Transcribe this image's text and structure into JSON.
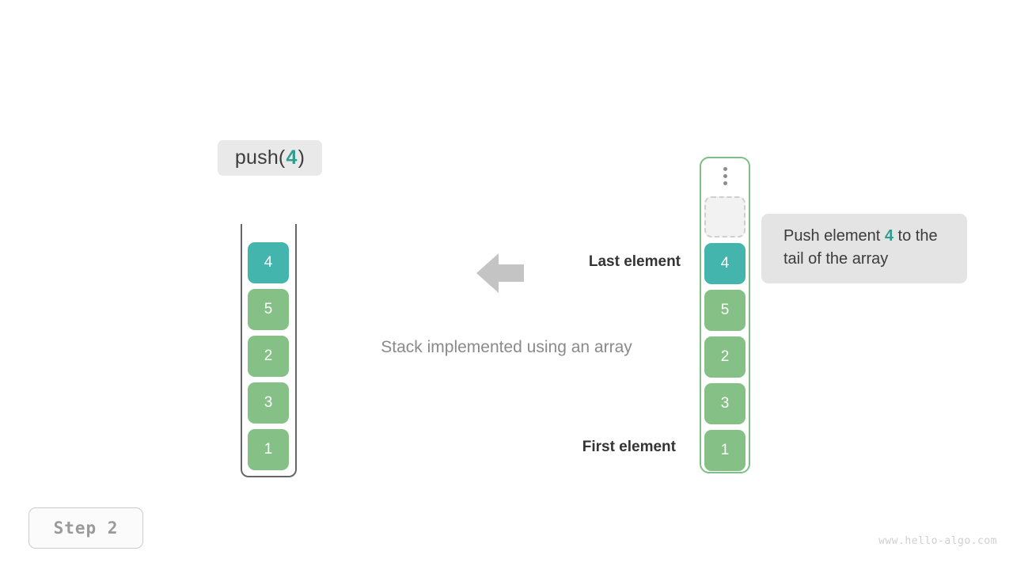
{
  "page": {
    "background_color": "#ffffff",
    "caption": "Stack implemented using an array",
    "watermark": "www.hello-algo.com"
  },
  "operation": {
    "prefix": "push(",
    "argument": "4",
    "suffix": ")",
    "accent_color": "#2f9e8f"
  },
  "stack": {
    "title": "stack-container",
    "cells": [
      {
        "value": "4",
        "color": "teal",
        "hex": "#43b5ac"
      },
      {
        "value": "5",
        "color": "green",
        "hex": "#85c086"
      },
      {
        "value": "2",
        "color": "green",
        "hex": "#85c086"
      },
      {
        "value": "3",
        "color": "green",
        "hex": "#85c086"
      },
      {
        "value": "1",
        "color": "green",
        "hex": "#85c086"
      }
    ]
  },
  "array": {
    "title": "array-container",
    "border_color": "#7fbe85",
    "ellipsis": "vertical-ellipsis",
    "placeholder": {
      "value": "",
      "state": "empty"
    },
    "cells": [
      {
        "value": "4",
        "color": "teal",
        "hex": "#43b5ac"
      },
      {
        "value": "5",
        "color": "green",
        "hex": "#85c086"
      },
      {
        "value": "2",
        "color": "green",
        "hex": "#85c086"
      },
      {
        "value": "3",
        "color": "green",
        "hex": "#85c086"
      },
      {
        "value": "1",
        "color": "green",
        "hex": "#85c086"
      }
    ]
  },
  "tooltip": {
    "text_before": "Push element ",
    "highlight": "4",
    "text_after": " to the tail of the array",
    "background_color": "#e4e4e4"
  },
  "annotations": {
    "last_element": "Last element",
    "first_element": "First element",
    "arrow_color": "#c4c4c4",
    "arrow_direction": "left"
  },
  "step": {
    "label": "Step  2"
  }
}
